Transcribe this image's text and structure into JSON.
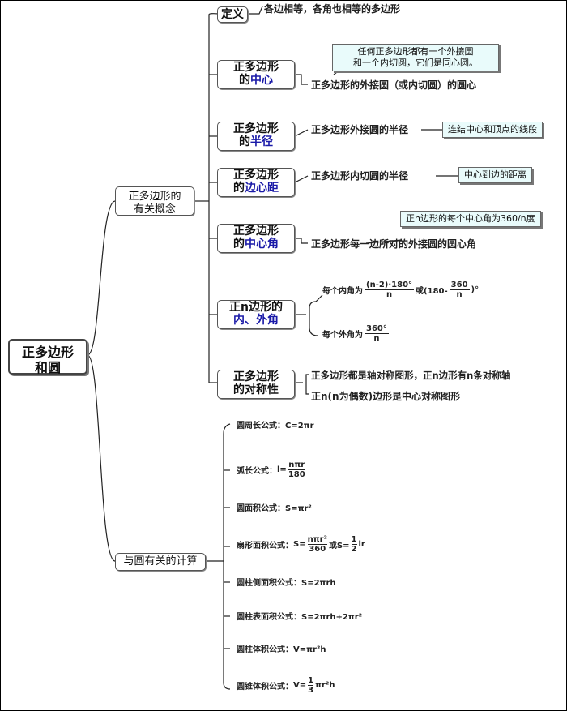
{
  "root": {
    "line1": "正多边形",
    "line2": "和圆"
  },
  "concepts": {
    "label_line1": "正多边形的",
    "label_line2": "有关概念",
    "definition": {
      "label": "定义",
      "text": "各边相等，各角也相等的多边形"
    },
    "center": {
      "line1": "正多边形",
      "line2_pre": "的",
      "line2_hl": "中心",
      "text": "正多边形的外接圆（或内切圆）的圆心",
      "note_line1": "任何正多边形都有一个外接圆",
      "note_line2": "和一个内切圆，它们是同心圆。"
    },
    "radius": {
      "line1": "正多边形",
      "line2_pre": "的",
      "line2_hl": "半径",
      "text": "正多边形外接圆的半径",
      "note": "连结中心和顶点的线段"
    },
    "apothem": {
      "line1": "正多边形",
      "line2_pre": "的",
      "line2_hl": "边心距",
      "text": "正多边形内切圆的半径",
      "note": "中心到边的距离"
    },
    "central_angle": {
      "line1": "正多边形",
      "line2_pre": "的",
      "line2_hl": "中心角",
      "text": "正多边形每一边所对的外接圆的圆心角",
      "note": "正n边形的每个中心角为360/n度"
    },
    "angles": {
      "line1": "正n边形的",
      "line2": "内、外角",
      "interior_prefix": "每个内角为",
      "interior_num": "(n-2)·180°",
      "interior_den": "n",
      "interior_mid": "或(180-",
      "interior_num2": "360",
      "interior_den2": "n",
      "interior_suffix": ")°",
      "exterior_prefix": "每个外角为",
      "exterior_num": "360°",
      "exterior_den": "n"
    },
    "symmetry": {
      "line1": "正多边形",
      "line2": "的对称性",
      "text1": "正多边形都是轴对称图形，正n边形有n条对称轴",
      "text2": "正n(n为偶数)边形是中心对称图形"
    }
  },
  "calculations": {
    "label": "与圆有关的计算",
    "items": [
      {
        "label": "圆周长公式：",
        "formula": "C=2πr"
      },
      {
        "label": "弧长公式：",
        "formula_pre": "l=",
        "num": "nπr",
        "den": "180"
      },
      {
        "label": "圆面积公式：",
        "formula": "S=πr²"
      },
      {
        "label": "扇形面积公式：",
        "formula_pre": "S=",
        "num": "nπr²",
        "den": "360",
        "mid": "或S=",
        "num2": "1",
        "den2": "2",
        "post": "lr"
      },
      {
        "label": "圆柱侧面积公式：",
        "formula": "S=2πrh"
      },
      {
        "label": "圆柱表面积公式：",
        "formula": "S=2πrh+2πr²"
      },
      {
        "label": "圆柱体积公式：",
        "formula": "V=πr²h"
      },
      {
        "label": "圆锥体积公式：",
        "formula_pre": "V=",
        "num": "1",
        "den": "3",
        "post": "πr²h"
      }
    ]
  }
}
